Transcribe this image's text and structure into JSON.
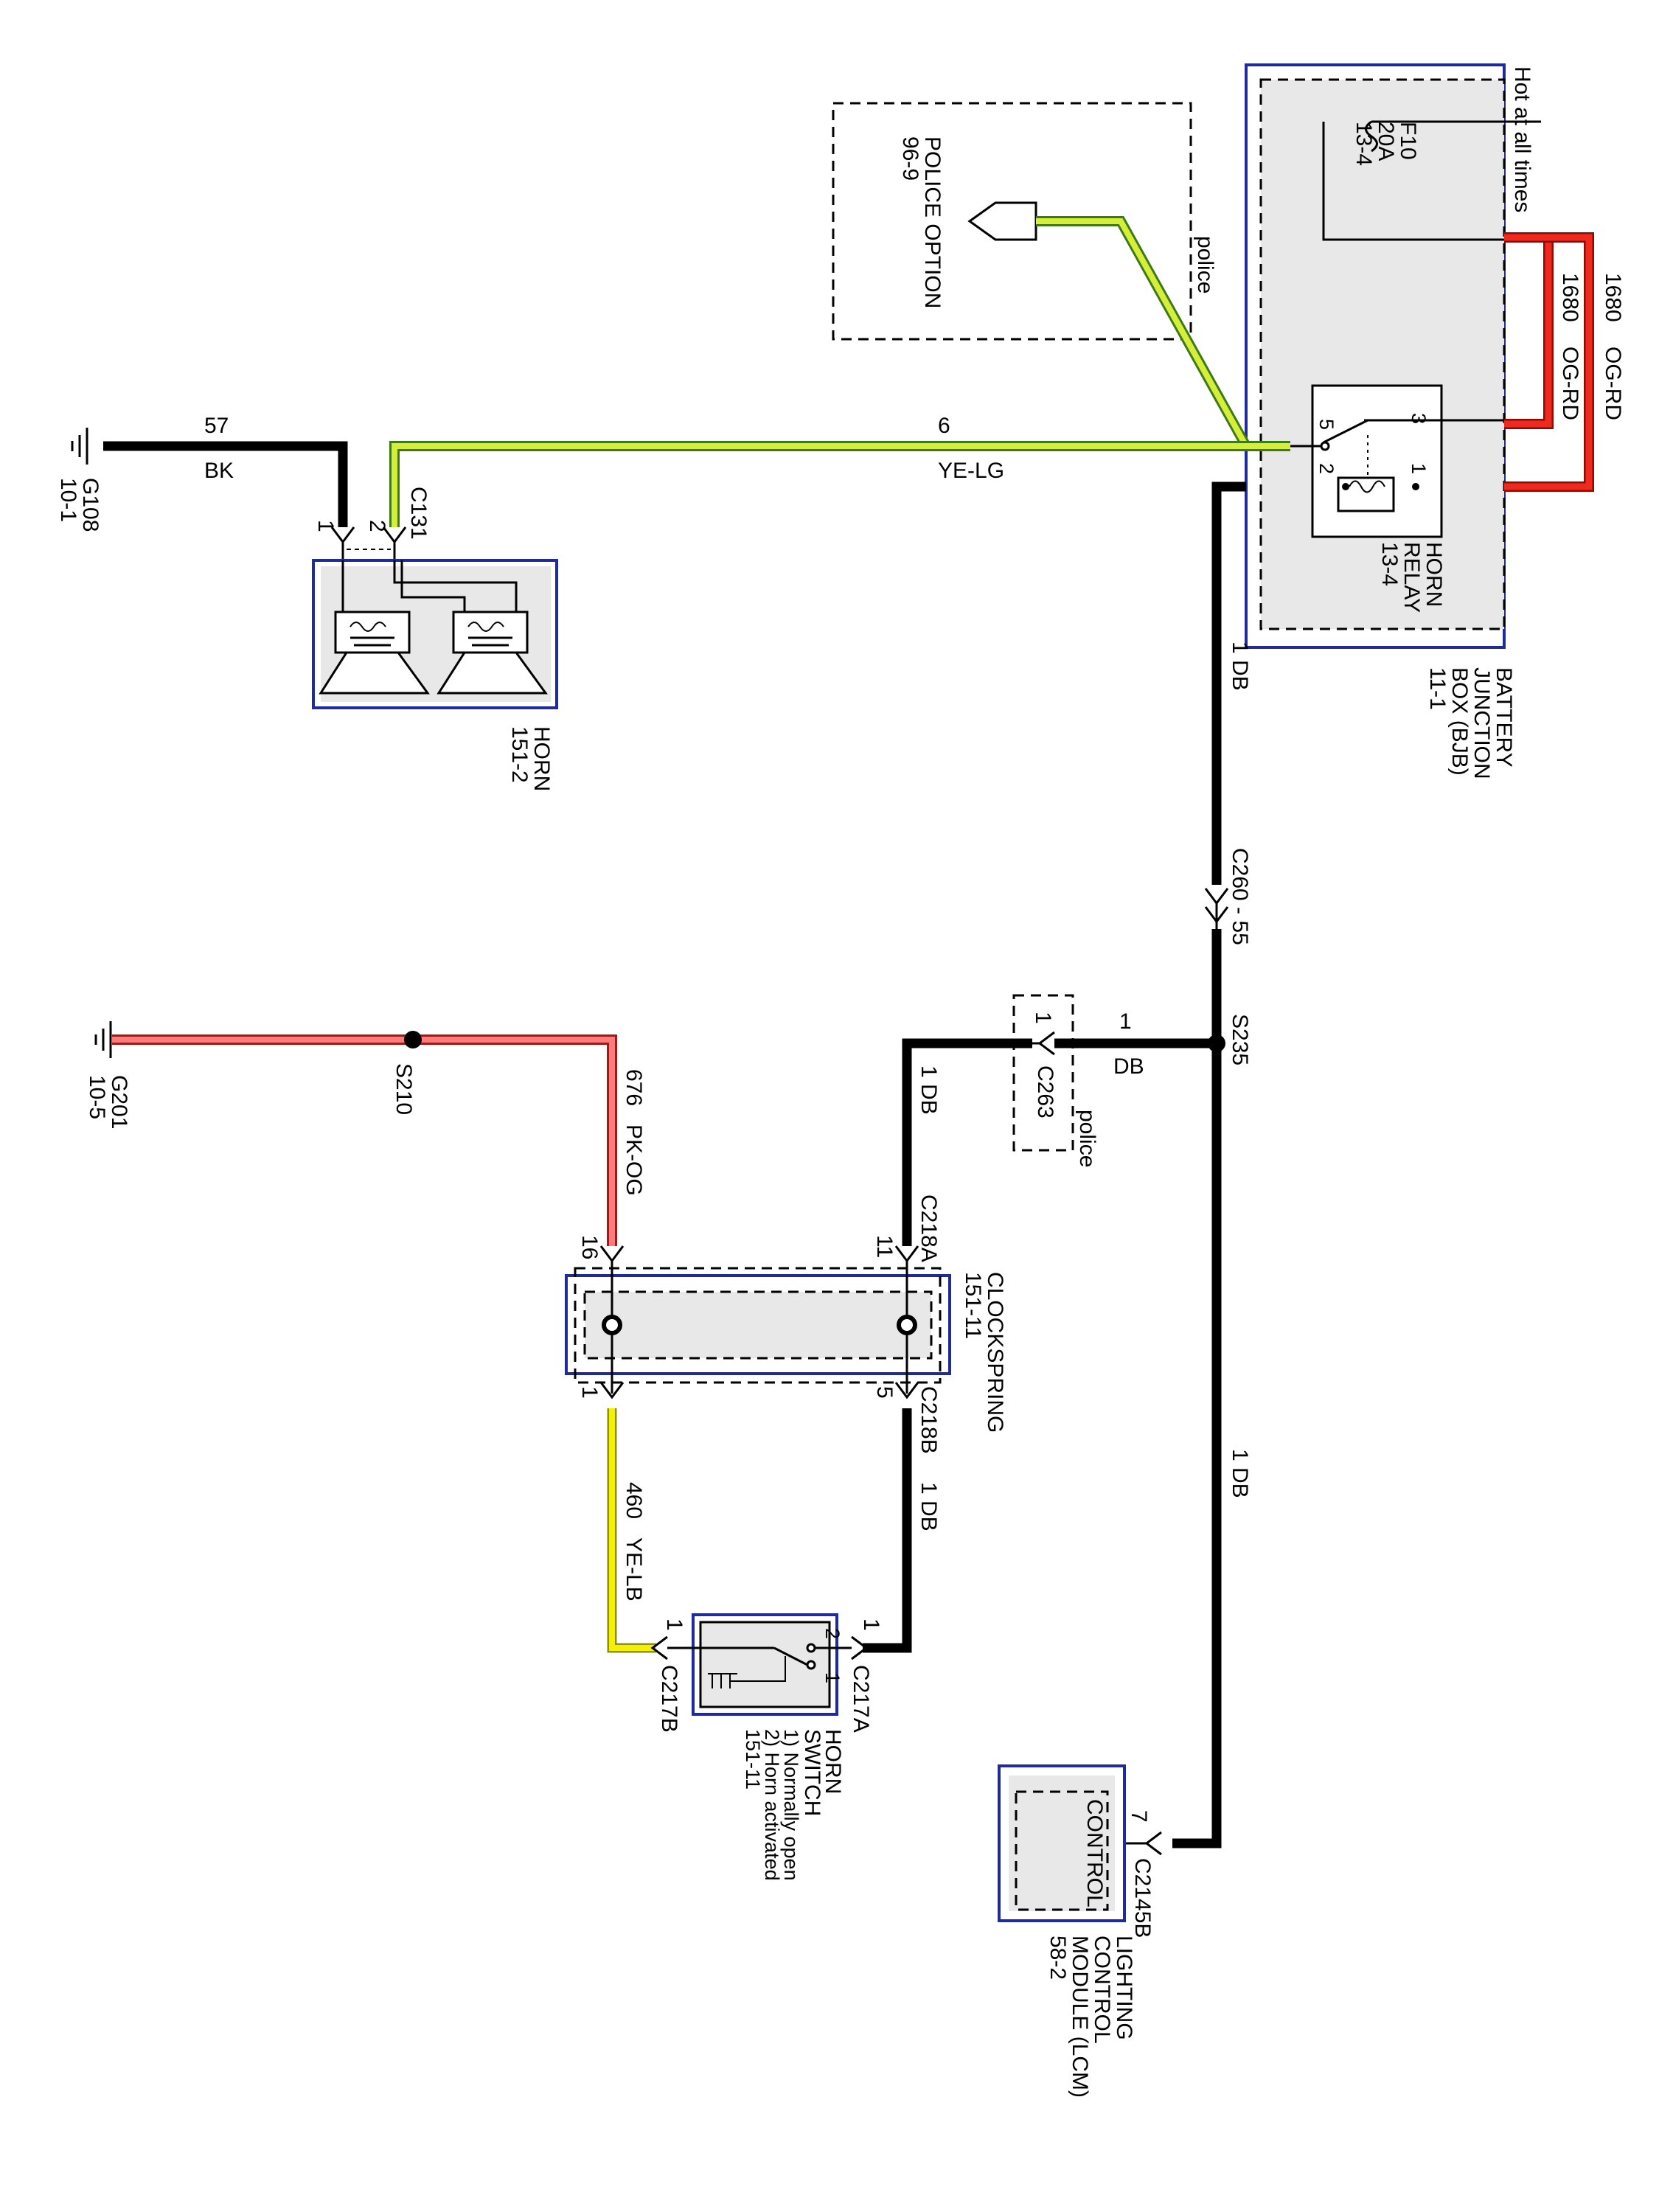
{
  "bjb": {
    "name_lines": [
      "BATTERY",
      "JUNCTION",
      "BOX (BJB)",
      "11-1"
    ],
    "hot_label": "Hot at all times",
    "fuse_lines": [
      "F10",
      "20A",
      "13-4"
    ],
    "relay_lines": [
      "HORN",
      "RELAY",
      "13-4"
    ],
    "relay_pins": [
      "3",
      "5",
      "1",
      "2"
    ]
  },
  "police_option": {
    "lines": [
      "POLICE OPTION",
      "96-9"
    ],
    "police_label": "police"
  },
  "wires": {
    "w1680a": {
      "num": "1680",
      "color": "OG-RD"
    },
    "w1680b": {
      "num": "1680",
      "color": "OG-RD"
    },
    "w6": {
      "num": "6",
      "color": "YE-LG"
    },
    "w57": {
      "num": "57",
      "color": "BK"
    },
    "w676": {
      "num": "676",
      "color": "PK-OG"
    },
    "w460": {
      "num": "460",
      "color": "YE-LB"
    },
    "w1db_bjb": "1 DB",
    "w1db_lcm": "1 DB",
    "w1db_c218a": "1 DB",
    "w1db_c218b": "1 DB",
    "w1_s235_num": "1",
    "w1_s235_color": "DB"
  },
  "horn": {
    "lines": [
      "HORN",
      "151-2"
    ],
    "connector": "C131",
    "pins": [
      "1",
      "2"
    ]
  },
  "grounds": {
    "g108": [
      "G108",
      "10-1"
    ],
    "g201": [
      "G201",
      "10-5"
    ]
  },
  "splices": {
    "s235": "S235",
    "s210": "S210"
  },
  "connectors": {
    "c260": "C260 - 55",
    "c263": "C263",
    "c263_pin": "1",
    "c263_police": "police",
    "c218a": "C218A",
    "c218b": "C218B",
    "c217a": "C217A",
    "c217b": "C217B",
    "c2145b": "C2145B"
  },
  "clockspring": {
    "lines": [
      "CLOCKSPRING",
      "151-11"
    ],
    "pins": [
      "16",
      "11",
      "1",
      "5"
    ]
  },
  "horn_switch": {
    "lines": [
      "HORN",
      "SWITCH",
      "1) Normally open",
      "2) Horn activated",
      "151-11"
    ],
    "pins": [
      "1",
      "1"
    ],
    "positions": [
      "2",
      "1"
    ]
  },
  "lcm": {
    "inner": "CONTROL",
    "pin": "7",
    "lines": [
      "LIGHTING",
      "CONTROL",
      "MODULE (LCM)",
      "58-2"
    ]
  },
  "colors": {
    "orange_red": "#f0281e",
    "yellow_green": "#d4ee3a",
    "green": "#5a9e2a",
    "pink": "#ff7a7a",
    "yellow": "#f4f000",
    "box_blue": "#1f2a9c"
  }
}
